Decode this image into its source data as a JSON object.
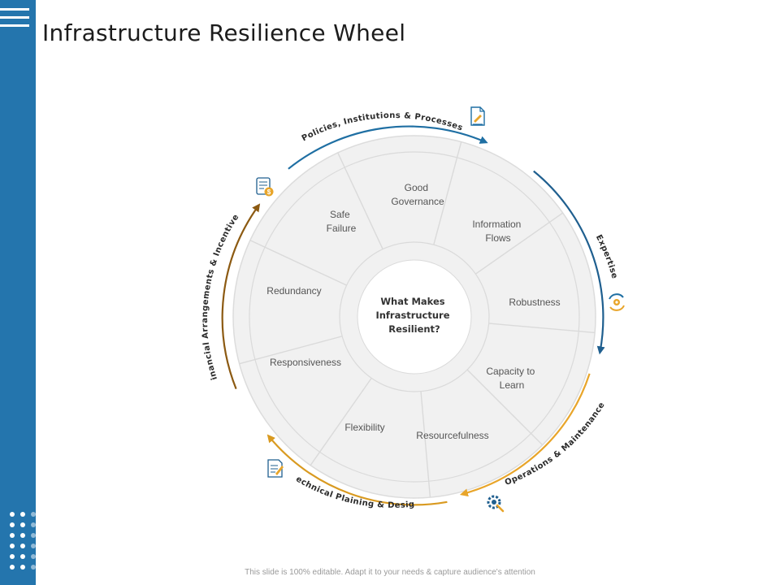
{
  "title": "Infrastructure Resilience Wheel",
  "center_text": [
    "What Makes",
    "Infrastructure",
    "Resilient?"
  ],
  "segments": [
    {
      "id": "good-governance",
      "lines": [
        "Good",
        "Governance"
      ]
    },
    {
      "id": "information-flows",
      "lines": [
        "Information",
        "Flows"
      ]
    },
    {
      "id": "robustness",
      "lines": [
        "Robustness"
      ]
    },
    {
      "id": "capacity-to-learn",
      "lines": [
        "Capacity to",
        "Learn"
      ]
    },
    {
      "id": "resourcefulness",
      "lines": [
        "Resourcefulness"
      ]
    },
    {
      "id": "flexibility",
      "lines": [
        "Flexibility"
      ]
    },
    {
      "id": "responsiveness",
      "lines": [
        "Responsiveness"
      ]
    },
    {
      "id": "redundancy",
      "lines": [
        "Redundancy"
      ]
    },
    {
      "id": "safe-failure",
      "lines": [
        "Safe",
        "Failure"
      ]
    }
  ],
  "outer_labels": [
    {
      "id": "policies",
      "text": "Policies, Institutions & Processes",
      "color": "#1f6fa3",
      "icon": "document-pen-icon"
    },
    {
      "id": "expertise",
      "text": "Expertise",
      "color": "#1f5f8f",
      "icon": "gear-cycle-icon"
    },
    {
      "id": "operations",
      "text": "Operations & Maintenance",
      "color": "#e8a52a",
      "icon": "gear-wrench-icon"
    },
    {
      "id": "technical",
      "text": "Technical Plaining & Design",
      "color": "#d99a20",
      "icon": "document-edit-icon"
    },
    {
      "id": "financial",
      "text": "Financial Arrangements & Incentives",
      "color": "#8c5a12",
      "icon": "invoice-dollar-icon"
    }
  ],
  "footer": "This slide is 100% editable. Adapt it to your needs & capture audience's attention",
  "colors": {
    "sidebar": "#2475ad",
    "wheel_fill": "#f1f1f1",
    "wheel_lines": "#dadada"
  }
}
